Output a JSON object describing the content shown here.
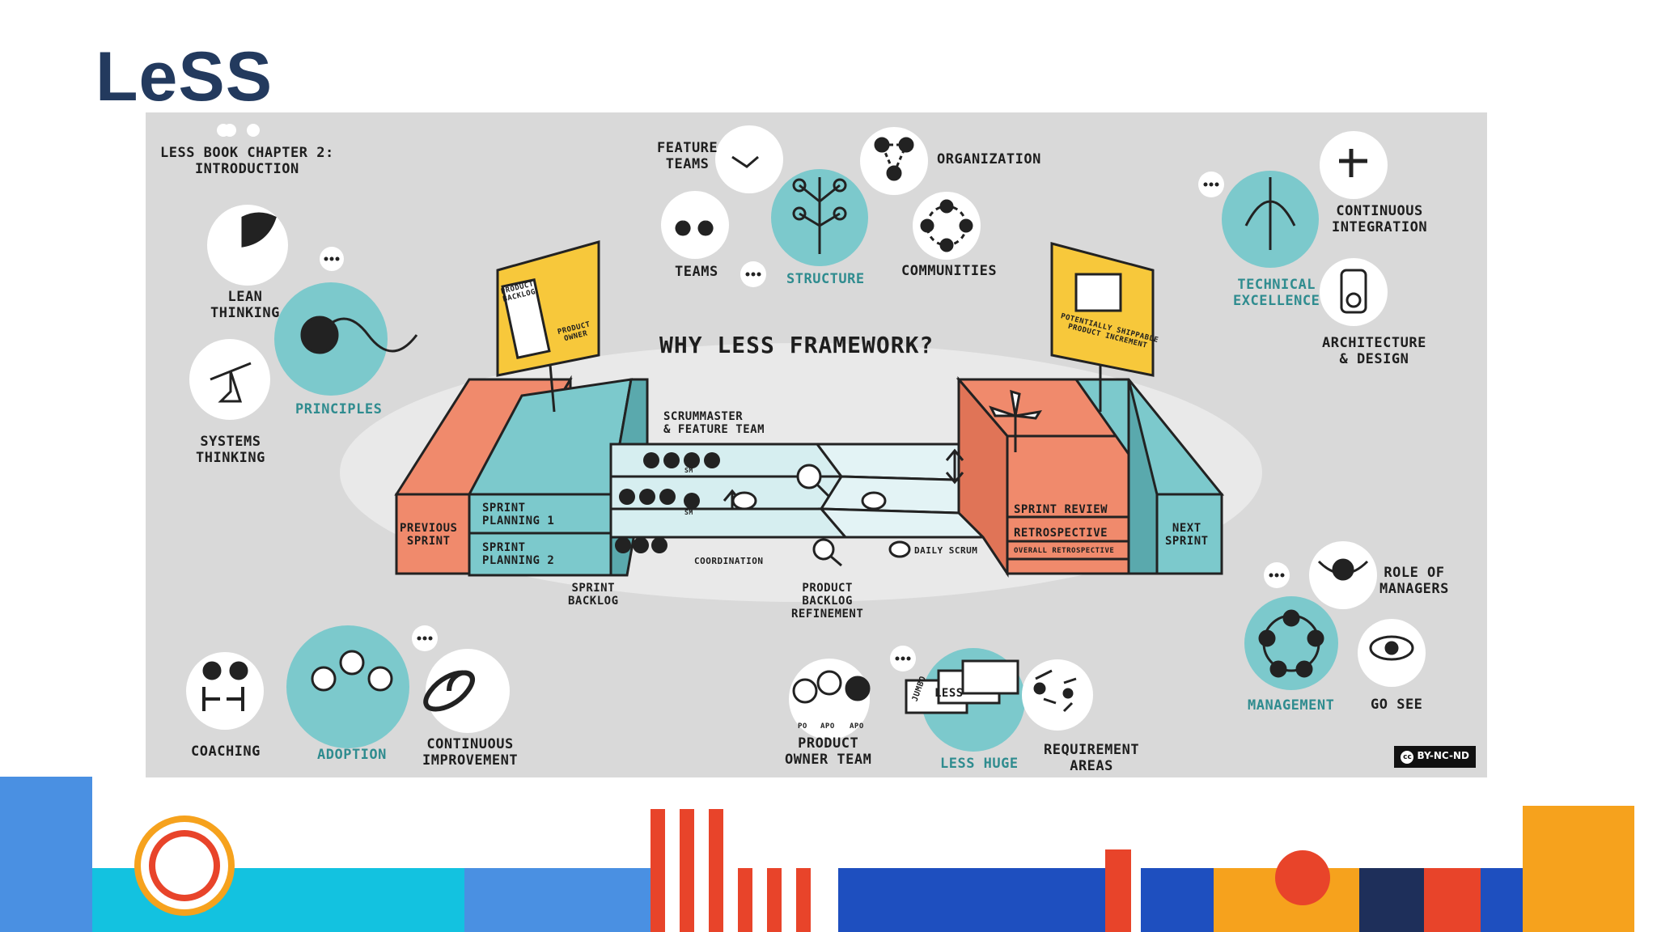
{
  "slide": {
    "title": "LeSS"
  },
  "diagram": {
    "chapter": "LeSS BOOK CHAPTER 2:\nINTRODUCTION",
    "center_title": "WHY LeSS FRAMEWORK?",
    "topics": {
      "lean": "LEAN\nTHINKING",
      "principles": "PRINCIPLES",
      "systems": "SYSTEMS\nTHINKING",
      "feature_teams": "FEATURE\nTEAMS",
      "teams": "TEAMS",
      "structure": "STRUCTURE",
      "organization": "ORGANIZATION",
      "communities": "COMMUNITIES",
      "ci": "CONTINUOUS\nINTEGRATION",
      "tech": "TECHNICAL\nEXCELLENCE",
      "arch": "ARCHITECTURE\n& DESIGN",
      "role_managers": "ROLE OF\nMANAGERS",
      "management": "MANAGEMENT",
      "go_see": "GO SEE",
      "coaching": "COACHING",
      "adoption": "ADOPTION",
      "continuous_improvement": "CONTINUOUS\nIMPROVEMENT",
      "po_team": "PRODUCT\nOWNER TEAM",
      "less_huge": "LESS HUGE",
      "req_areas": "REQUIREMENT\nAREAS"
    },
    "framework": {
      "previous_sprint": "PREVIOUS\nSPRINT",
      "planning1": "SPRINT\nPLANNING 1",
      "planning2": "SPRINT\nPLANNING 2",
      "sprint_backlog": "SPRINT\nBACKLOG",
      "scrummaster": "SCRUMMASTER\n& FEATURE TEAM",
      "coordination": "COORDINATION",
      "daily_scrum": "DAILY SCRUM",
      "pbr": "PRODUCT\nBACKLOG\nREFINEMENT",
      "sprint_review": "SPRINT REVIEW",
      "retrospective": "RETROSPECTIVE",
      "overall_retro": "OVERALL RETROSPECTIVE",
      "next_sprint": "NEXT\nSPRINT",
      "sign_po": "PRODUCT\nBACKLOG",
      "sign_po_owner": "PRODUCT\nOWNER",
      "sign_increment": "POTENTIALLY SHIPPABLE\nPRODUCT INCREMENT",
      "sm_badge": "SM",
      "jumbo": "JUMBO",
      "less_box": "LeSS",
      "po_badge": "PO",
      "apo_badge": "APO"
    },
    "license": "BY-NC-ND",
    "license_icon": "cc"
  },
  "colors": {
    "title": "#233a5e",
    "teal": "#7cc9cc",
    "salmon": "#f08a6c",
    "yellow": "#f7c83b",
    "panel": "#d9d9d9"
  }
}
